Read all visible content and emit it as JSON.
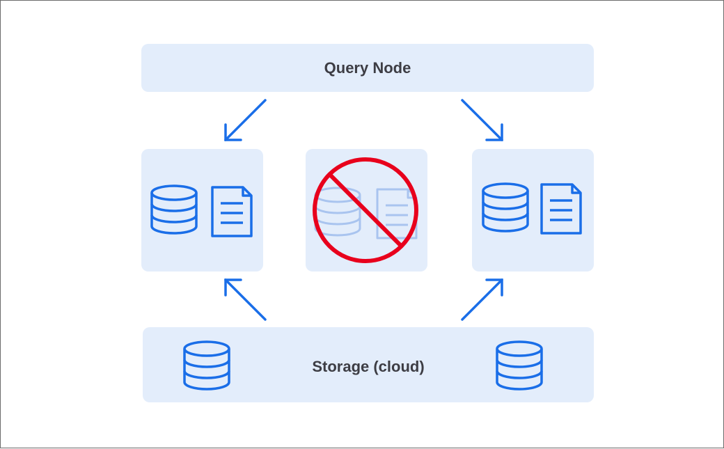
{
  "diagram": {
    "top_box": {
      "label": "Query Node"
    },
    "bottom_box": {
      "label": "Storage (cloud)"
    },
    "nodes": [
      {
        "name": "left-node",
        "icons": [
          "database-icon",
          "document-icon"
        ],
        "status": "available"
      },
      {
        "name": "middle-node",
        "icons": [
          "database-icon",
          "document-icon"
        ],
        "status": "unavailable",
        "overlay_icon": "prohibited-icon"
      },
      {
        "name": "right-node",
        "icons": [
          "database-icon",
          "document-icon"
        ],
        "status": "available"
      }
    ],
    "storage_icons": [
      "database-icon",
      "database-icon"
    ],
    "colors": {
      "box_fill": "#e3edfb",
      "icon_stroke": "#1a6ee8",
      "faded_icon_stroke": "#a9c4ef",
      "prohibited": "#e8001c",
      "label_text": "#3d3d44"
    }
  }
}
